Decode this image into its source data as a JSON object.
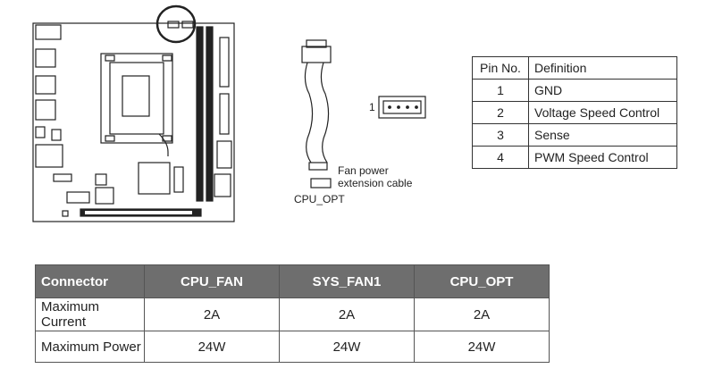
{
  "diagram": {
    "cable_label_line1": "Fan power",
    "cable_label_line2": "extension cable",
    "cable_connector_label": "CPU_OPT",
    "connector_pin1_label": "1"
  },
  "pin_table": {
    "headers": [
      "Pin No.",
      "Definition"
    ],
    "rows": [
      {
        "pin": "1",
        "definition": "GND"
      },
      {
        "pin": "2",
        "definition": "Voltage Speed Control"
      },
      {
        "pin": "3",
        "definition": "Sense"
      },
      {
        "pin": "4",
        "definition": "PWM Speed Control"
      }
    ]
  },
  "spec_table": {
    "headers": [
      "Connector",
      "CPU_FAN",
      "SYS_FAN1",
      "CPU_OPT"
    ],
    "rows": [
      {
        "label": "Maximum Current",
        "cpu_fan": "2A",
        "sys_fan1": "2A",
        "cpu_opt": "2A"
      },
      {
        "label": "Maximum Power",
        "cpu_fan": "24W",
        "sys_fan1": "24W",
        "cpu_opt": "24W"
      }
    ],
    "header_color": "#6e6e6e"
  }
}
